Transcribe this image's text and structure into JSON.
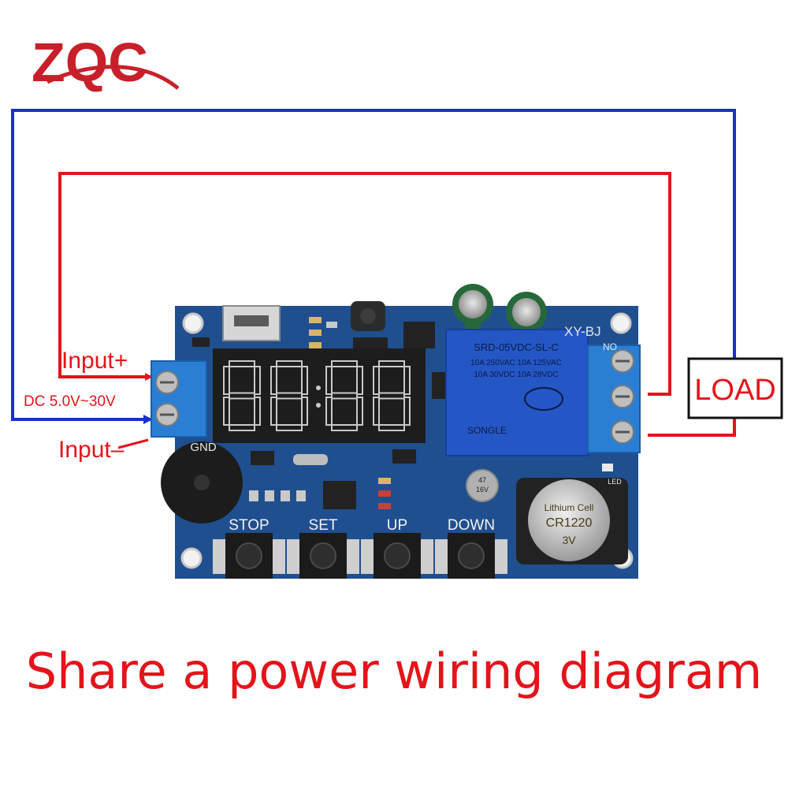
{
  "logo": {
    "text": "ZQC"
  },
  "labels": {
    "input_plus": "Input+",
    "input_minus": "Input–",
    "voltage": "DC 5.0V~30V",
    "load": "LOAD"
  },
  "board": {
    "model": "XY-BJ",
    "gnd": "GND",
    "no": "NO",
    "led": "LED",
    "buttons": [
      "STOP",
      "SET",
      "UP",
      "DOWN"
    ],
    "relay_lines": [
      "SRD-05VDC-SL-C",
      "10A 250VAC  10A 125VAC",
      "10A 30VDC  10A 28VDC"
    ],
    "relay_brand": "SONGLE",
    "battery": [
      "Lithium Cell",
      "CR1220",
      "3V"
    ],
    "cap_small": [
      "47",
      "16V"
    ]
  },
  "caption": "Share a power wiring diagram",
  "colors": {
    "wire_positive": "#e3141b",
    "wire_negative": "#1a2fd0",
    "pcb": "#1f4f8f",
    "terminal": "#2a7fd4",
    "relay": "#2456c6",
    "display_segment": "#c9c9c9"
  }
}
